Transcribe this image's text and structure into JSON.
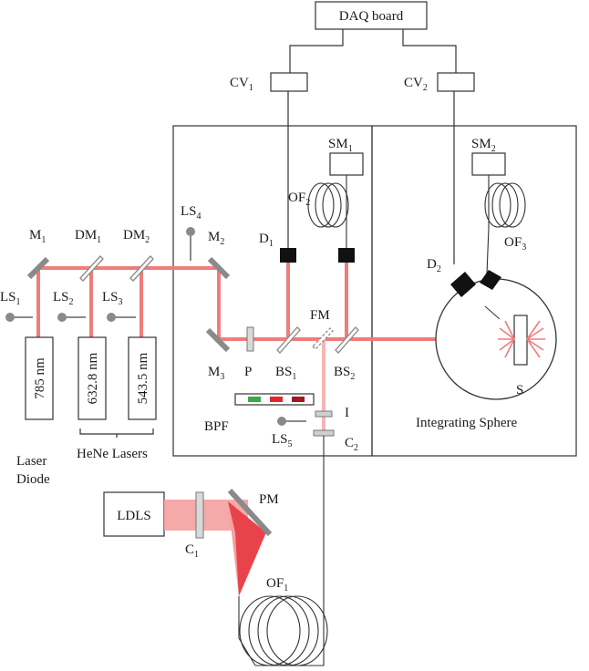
{
  "colors": {
    "beam": "#f07c7c",
    "beam_light": "#f7b4b4",
    "cone_dark": "#e8434a",
    "cone_light": "#f4a0a0",
    "mirror": "#8a8a8a",
    "detector": "#111111",
    "filter_green": "#3aa843",
    "filter_red": "#e0272f",
    "filter_darkred": "#a01820",
    "line": "#333333"
  },
  "labels": {
    "daq": "DAQ board",
    "cv1": {
      "main": "CV",
      "sub": "1"
    },
    "cv2": {
      "main": "CV",
      "sub": "2"
    },
    "sm1": {
      "main": "SM",
      "sub": "1"
    },
    "sm2": {
      "main": "SM",
      "sub": "2"
    },
    "of1": {
      "main": "OF",
      "sub": "1"
    },
    "of2": {
      "main": "OF",
      "sub": "2"
    },
    "of3": {
      "main": "OF",
      "sub": "3"
    },
    "d1": {
      "main": "D",
      "sub": "1"
    },
    "d2": {
      "main": "D",
      "sub": "2"
    },
    "m1": {
      "main": "M",
      "sub": "1"
    },
    "m2": {
      "main": "M",
      "sub": "2"
    },
    "m3": {
      "main": "M",
      "sub": "3"
    },
    "dm1": {
      "main": "DM",
      "sub": "1"
    },
    "dm2": {
      "main": "DM",
      "sub": "2"
    },
    "ls1": {
      "main": "LS",
      "sub": "1"
    },
    "ls2": {
      "main": "LS",
      "sub": "2"
    },
    "ls3": {
      "main": "LS",
      "sub": "3"
    },
    "ls4": {
      "main": "LS",
      "sub": "4"
    },
    "ls5": {
      "main": "LS",
      "sub": "5"
    },
    "bs1": {
      "main": "BS",
      "sub": "1"
    },
    "bs2": {
      "main": "BS",
      "sub": "2"
    },
    "c1": {
      "main": "C",
      "sub": "1"
    },
    "c2": {
      "main": "C",
      "sub": "2"
    },
    "fm": "FM",
    "p": "P",
    "i": "I",
    "s": "S",
    "pm": "PM",
    "bpf": "BPF",
    "ldls": "LDLS",
    "integrating_sphere": "Integrating Sphere",
    "laser_785": "785 nm",
    "laser_632": "632.8 nm",
    "laser_543": "543.5 nm",
    "laser_diode_line1": "Laser",
    "laser_diode_line2": "Diode",
    "hene_lasers": "HeNe Lasers"
  }
}
